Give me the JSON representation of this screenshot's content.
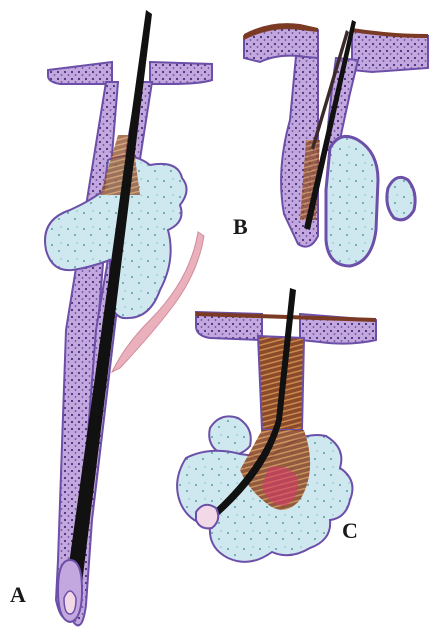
{
  "panels": [
    {
      "id": "A",
      "label": "A"
    },
    {
      "id": "B",
      "label": "B"
    },
    {
      "id": "C",
      "label": "C"
    }
  ],
  "colors": {
    "epithelium": "#b79ad6",
    "epithelium_stroke": "#6c4fa8",
    "nuclei": "#4a2f7a",
    "sebaceous_gland": "#cfe8f0",
    "gland_dots": "#2f8f8a",
    "hair_shaft": "#111111",
    "keratin": "#7a3a24",
    "arrector_pili": "#e7a3b0",
    "highlight": "#d9356b"
  }
}
